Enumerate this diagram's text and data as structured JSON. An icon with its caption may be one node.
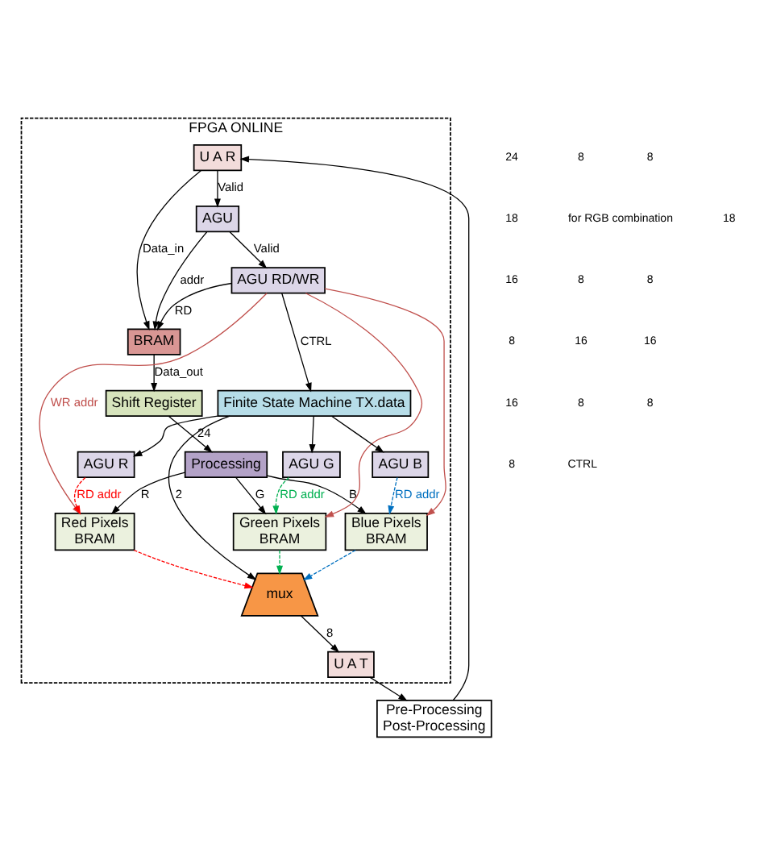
{
  "diagram": {
    "nodes": [
      {
        "text": [
          "Pre-Processing",
          "Post-Processing"
        ]
      },
      {
        "text": [
          "FPGA ONLINE"
        ]
      },
      {
        "text": [
          "U A R"
        ],
        "in": 1
      },
      {
        "text": [
          "BRAM"
        ],
        "in": 1
      },
      {
        "text": [
          "Shift Register"
        ],
        "in": 1
      },
      {
        "text": [
          "Processing"
        ],
        "in": 1
      },
      {
        "text": [
          "AGU"
        ],
        "in": 1
      },
      {
        "text": [
          "AGU RD/WR"
        ],
        "in": 1
      },
      {
        "text": [
          "Red Pixels",
          "BRAM"
        ],
        "in": 1
      },
      {
        "text": [
          "Green Pixels",
          "BRAM"
        ],
        "in": 1
      },
      {
        "text": [
          "Blue Pixels",
          "BRAM"
        ],
        "in": 1
      },
      {
        "text": [
          "U A T"
        ],
        "in": 1
      },
      {
        "text": [
          "AGU R"
        ],
        "in": 1
      },
      {
        "text": [
          "AGU G"
        ],
        "in": 1
      },
      {
        "text": [
          "AGU B"
        ],
        "in": 1
      },
      {
        "text": [
          "mux"
        ],
        "in": 1
      },
      {
        "text": [
          "Finite State Machine TX.data"
        ],
        "in": 1
      }
    ],
    "edges": [
      {
        "from": 0,
        "to": 2,
        "arrow": "to"
      },
      {
        "from": 2,
        "to": 3,
        "arrow": "to",
        "label": "Data_in"
      },
      {
        "from": 3,
        "to": 4,
        "arrow": "to",
        "label": "Data_out"
      },
      {
        "from": 4,
        "to": 5,
        "arrow": "to",
        "label": "24"
      },
      {
        "from": 2,
        "to": 6,
        "arrow": "to",
        "label": "Valid"
      },
      {
        "from": 6,
        "to": 3,
        "arrow": "to",
        "label": "addr"
      },
      {
        "from": 6,
        "to": 7,
        "arrow": "to",
        "label": "Valid"
      },
      {
        "from": 7,
        "to": 3,
        "arrow": "to",
        "label": "RD"
      },
      {
        "from": 7,
        "to": 8,
        "arrow": "to",
        "label": "WR addr",
        "color": "#c0504d"
      },
      {
        "from": 7,
        "to": 9,
        "arrow": "to",
        "color": "#c0504d"
      },
      {
        "from": 7,
        "to": 10,
        "arrow": "to",
        "color": "#c0504d"
      },
      {
        "from": 5,
        "to": 8,
        "arrow": "to",
        "label": "R"
      },
      {
        "from": 5,
        "to": 9,
        "arrow": "to",
        "label": "G"
      },
      {
        "from": 5,
        "to": 10,
        "arrow": "to",
        "label": "B"
      },
      {
        "from": 7,
        "to": 16,
        "arrow": "to",
        "label": "CTRL"
      },
      {
        "from": 16,
        "to": 12,
        "arrow": "to"
      },
      {
        "from": 16,
        "to": 13,
        "arrow": "to"
      },
      {
        "from": 16,
        "to": 14,
        "arrow": "to"
      },
      {
        "from": 12,
        "to": 8,
        "arrow": "to",
        "label": "RD addr",
        "style": "dashed",
        "color": "#ff0000"
      },
      {
        "from": 13,
        "to": 9,
        "arrow": "to",
        "label": "RD addr",
        "style": "dashed",
        "color": "#00b050"
      },
      {
        "from": 14,
        "to": 10,
        "arrow": "to",
        "label": "RD addr",
        "style": "dashed",
        "color": "#0070c0"
      },
      {
        "from": 16,
        "to": 15,
        "arrow": "to",
        "label": "2"
      },
      {
        "from": 8,
        "to": 15,
        "arrow": "to",
        "style": "dashed",
        "color": "#ff0000"
      },
      {
        "from": 9,
        "to": 15,
        "arrow": "to",
        "style": "dashed",
        "color": "#00b050"
      },
      {
        "from": 10,
        "to": 15,
        "arrow": "to",
        "style": "dashed",
        "color": "#0070c0"
      },
      {
        "from": 15,
        "to": 11,
        "arrow": "to",
        "label": "8"
      },
      {
        "from": 11,
        "to": 0,
        "arrow": "to"
      }
    ],
    "labels": [
      "24",
      "8",
      "8",
      "18",
      "for RGB combination",
      "18",
      "16",
      "8",
      "8",
      "8",
      "16",
      "16",
      "16",
      "8",
      "8",
      "8",
      "CTRL"
    ]
  }
}
